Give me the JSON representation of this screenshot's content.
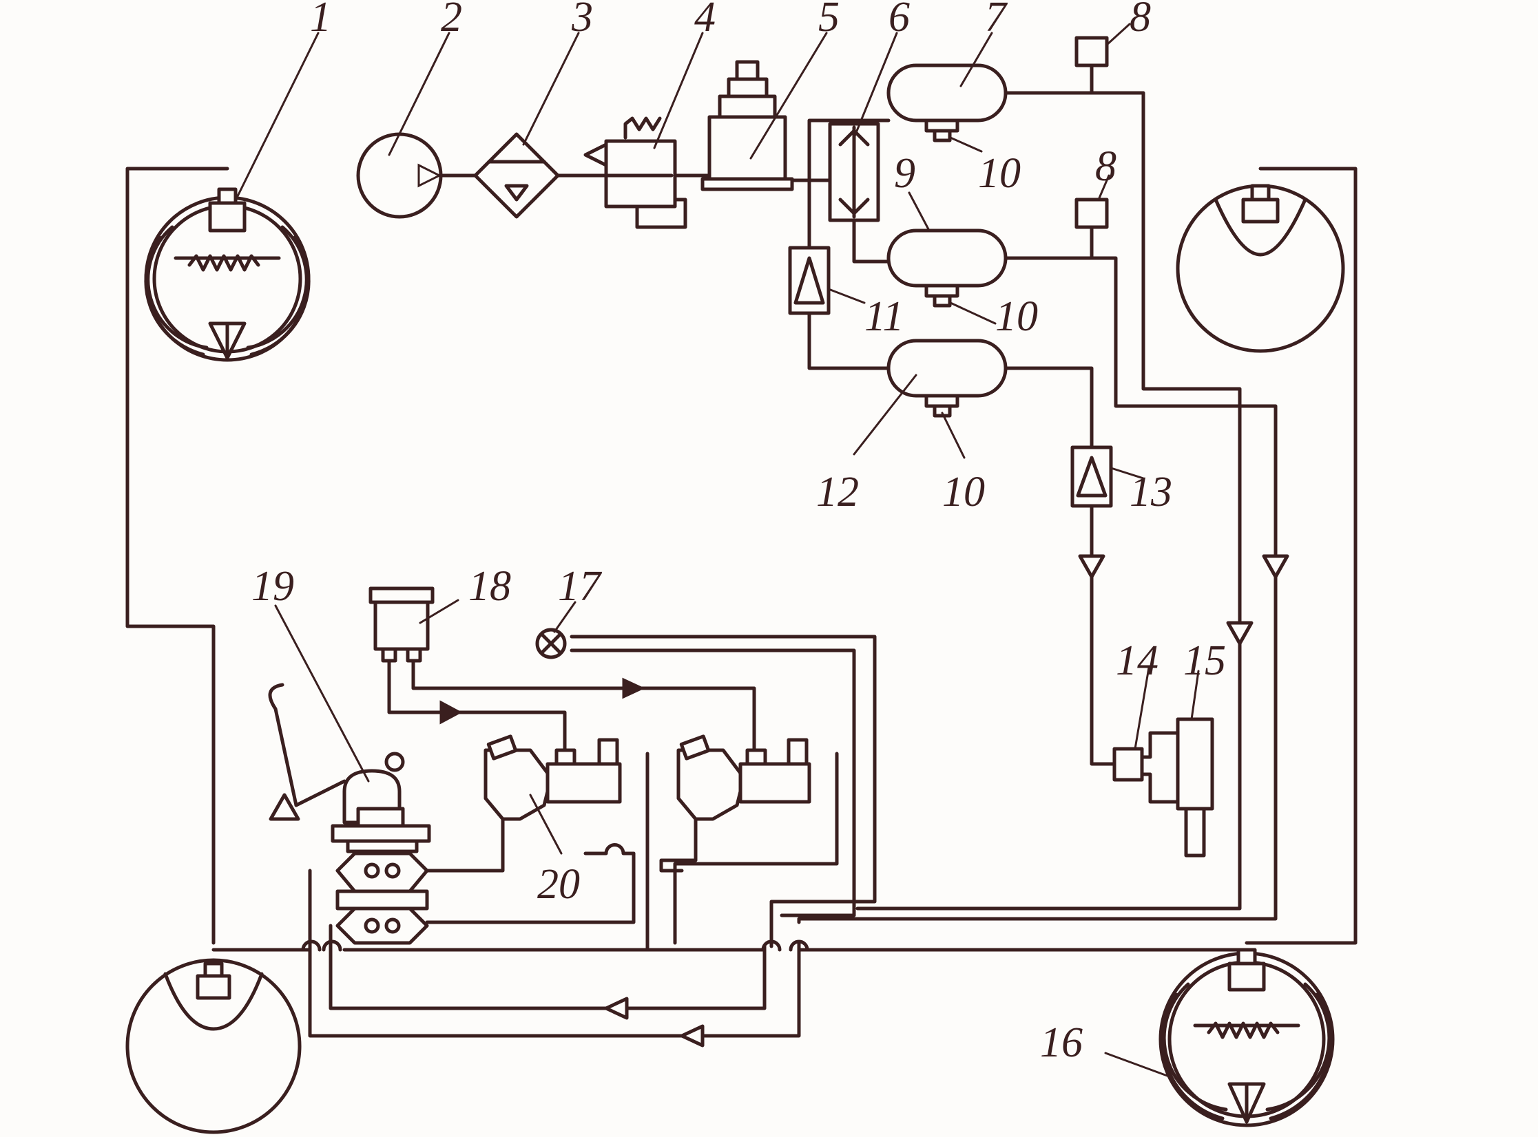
{
  "labels": {
    "l1": "1",
    "l2": "2",
    "l3": "3",
    "l4": "4",
    "l5": "5",
    "l6": "6",
    "l7": "7",
    "l8a": "8",
    "l8b": "8",
    "l9": "9",
    "l10a": "10",
    "l10b": "10",
    "l10c": "10",
    "l11": "11",
    "l12": "12",
    "l13": "13",
    "l14": "14",
    "l15": "15",
    "l16": "16",
    "l17": "17",
    "l18": "18",
    "l19": "19",
    "l20": "20"
  }
}
